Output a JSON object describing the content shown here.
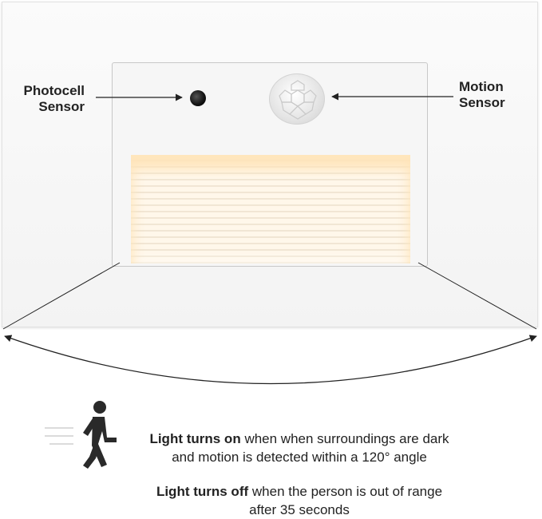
{
  "labels": {
    "photocell_line1": "Photocell",
    "photocell_line2": "Sensor",
    "motion_line1": "Motion",
    "motion_line2": "Sensor"
  },
  "info": {
    "on_bold": "Light turns on",
    "on_rest_line1": " when when surroundings are dark",
    "on_line2": "and motion is detected within a 120° angle",
    "off_bold": "Light turns off",
    "off_rest_line1": " when the person is out of range",
    "off_line2": "after 35 seconds"
  },
  "icons": {
    "walking_person": "walking-person-icon"
  },
  "colors": {
    "text": "#222222",
    "light": "#fff3e0",
    "faceplate": "#f5f5f5"
  }
}
